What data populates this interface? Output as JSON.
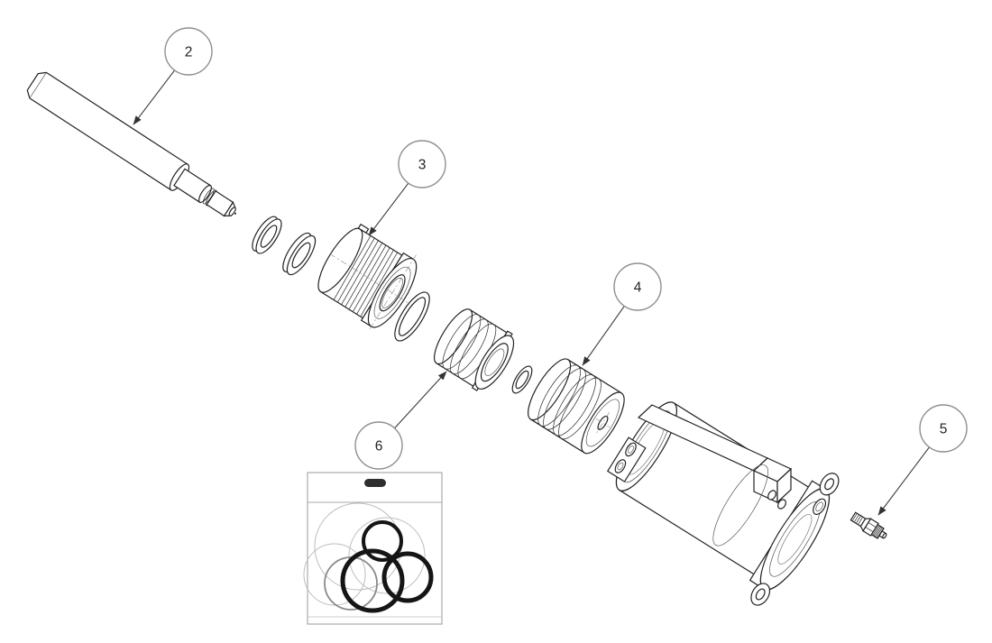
{
  "diagram": {
    "callouts": [
      {
        "label": "2",
        "part": "piston-rod"
      },
      {
        "label": "3",
        "part": "rod-gland"
      },
      {
        "label": "4",
        "part": "piston"
      },
      {
        "label": "5",
        "part": "grease-fitting"
      },
      {
        "label": "6",
        "part": "seal-cartridge"
      }
    ]
  },
  "colors": {
    "background": "#ffffff",
    "line": "#222222",
    "callout_border": "#8f8f8f",
    "seal_ring": "#151515"
  }
}
